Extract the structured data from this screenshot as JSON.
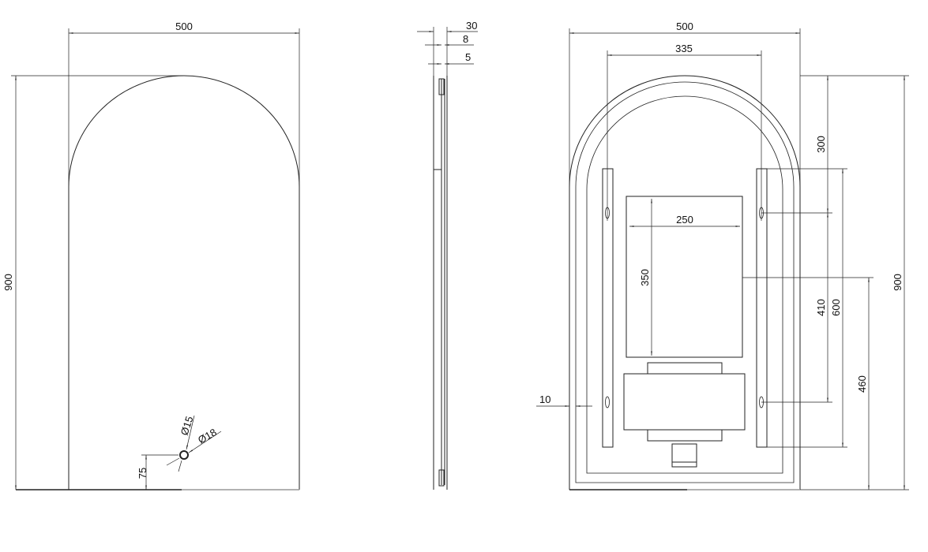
{
  "front_view": {
    "width": "500",
    "height": "900",
    "hole_offset": "75",
    "hole_inner_dia": "Ø15",
    "hole_outer_dia": "Ø18"
  },
  "side_view": {
    "total_depth": "30",
    "glass_depth": "8",
    "back_depth": "5"
  },
  "back_view": {
    "width": "500",
    "rail_spacing": "335",
    "panel_width": "250",
    "panel_height": "350",
    "top_to_hook": "300",
    "hook_spacing": "410",
    "rail_length": "600",
    "bottom_to_center": "460",
    "height": "900",
    "edge_offset": "10"
  }
}
